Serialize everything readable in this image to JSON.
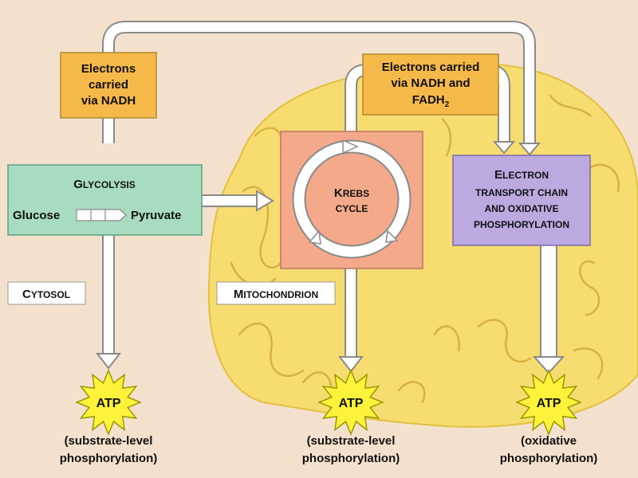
{
  "nadh_box": {
    "line1": "Electrons",
    "line2": "carried",
    "line3": "via NADH"
  },
  "nadh_fadh_box": {
    "line1": "Electrons carried",
    "line2": "via NADH and",
    "line3_main": "FADH",
    "line3_sub": "2"
  },
  "glycolysis": {
    "title_cap": "G",
    "title_rest": "LYCOLYSIS",
    "input": "Glucose",
    "output": "Pyruvate"
  },
  "krebs": {
    "line1_cap": "K",
    "line1_rest": "REBS",
    "line2": "CYCLE"
  },
  "etc": {
    "line1_cap": "E",
    "line1_rest": "LECTRON",
    "line2": "TRANSPORT CHAIN",
    "line3": "AND OXIDATIVE",
    "line4": "PHOSPHORYLATION"
  },
  "labels": {
    "cytosol_cap": "C",
    "cytosol_rest": "YTOSOL",
    "mito_cap": "M",
    "mito_rest": "ITOCHONDRION"
  },
  "atp": [
    {
      "label": "ATP",
      "caption1": "(substrate-level",
      "caption2": "phosphorylation)"
    },
    {
      "label": "ATP",
      "caption1": "(substrate-level",
      "caption2": "phosphorylation)"
    },
    {
      "label": "ATP",
      "caption1": "(oxidative",
      "caption2": "phosphorylation)"
    }
  ],
  "colors": {
    "background": "#f4e1cd",
    "mitochondrion": "#f7dc6f",
    "cristae": "#d8b23f",
    "nadh_box": "#f5b94a",
    "glycolysis": "#a8dcc0",
    "krebs": "#f4a98a",
    "etc": "#bba9e0",
    "atp_star": "#fff23a",
    "arrow_fill": "#ffffff",
    "arrow_stroke": "#8a8a8a"
  }
}
